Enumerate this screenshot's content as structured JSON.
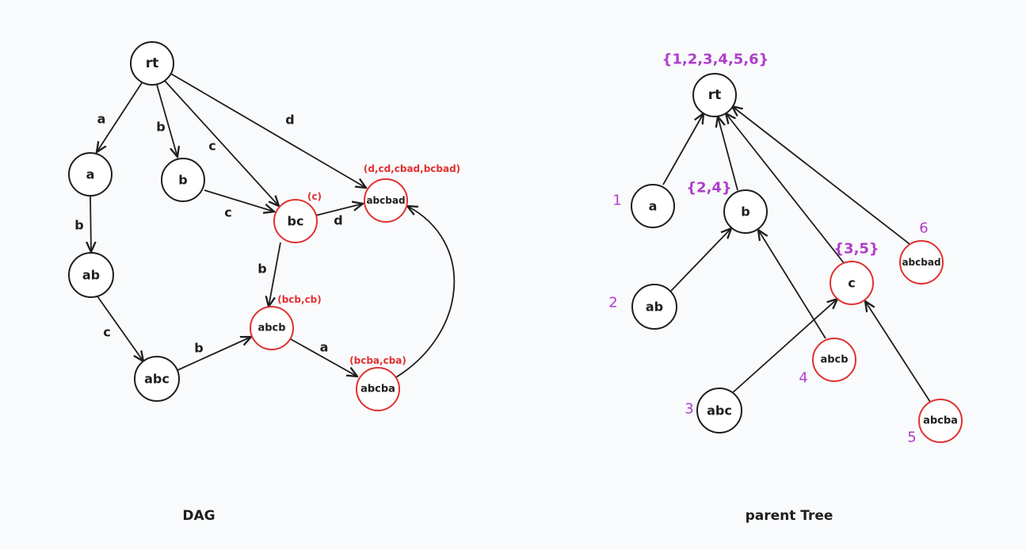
{
  "dag": {
    "caption": "DAG",
    "nodes": {
      "rt": "rt",
      "a": "a",
      "b": "b",
      "ab": "ab",
      "bc": "bc",
      "abc": "abc",
      "abcb": "abcb",
      "abcba": "abcba",
      "abcbad": "abcbad"
    },
    "edge_labels": {
      "rt_a": "a",
      "rt_b": "b",
      "rt_bc": "c",
      "rt_abcbad": "d",
      "a_ab": "b",
      "b_bc": "c",
      "bc_abcbad": "d",
      "bc_abcb": "b",
      "ab_abc": "c",
      "abc_abcb": "b",
      "abcb_abcba": "a"
    },
    "annotations": {
      "bc": "(c)",
      "abcbad": "(d,cd,cbad,bcbad)",
      "abcb": "(bcb,cb)",
      "abcba": "(bcba,cba)"
    }
  },
  "parent_tree": {
    "caption": "parent Tree",
    "nodes": {
      "rt": "rt",
      "a": "a",
      "b": "b",
      "ab": "ab",
      "c": "c",
      "abcbad": "abcbad",
      "abcb": "abcb",
      "abc": "abc",
      "abcba": "abcba"
    },
    "sets": {
      "rt": "{1,2,3,4,5,6}",
      "b": "{2,4}",
      "c": "{3,5}"
    },
    "indices": {
      "a": "1",
      "ab": "2",
      "abc": "3",
      "abcb": "4",
      "abcba": "5",
      "abcbad": "6"
    }
  },
  "colors": {
    "stroke": "#1e1e1e",
    "red": "#e03131",
    "purple": "#ae3ec9",
    "background": "#f9fafb"
  }
}
